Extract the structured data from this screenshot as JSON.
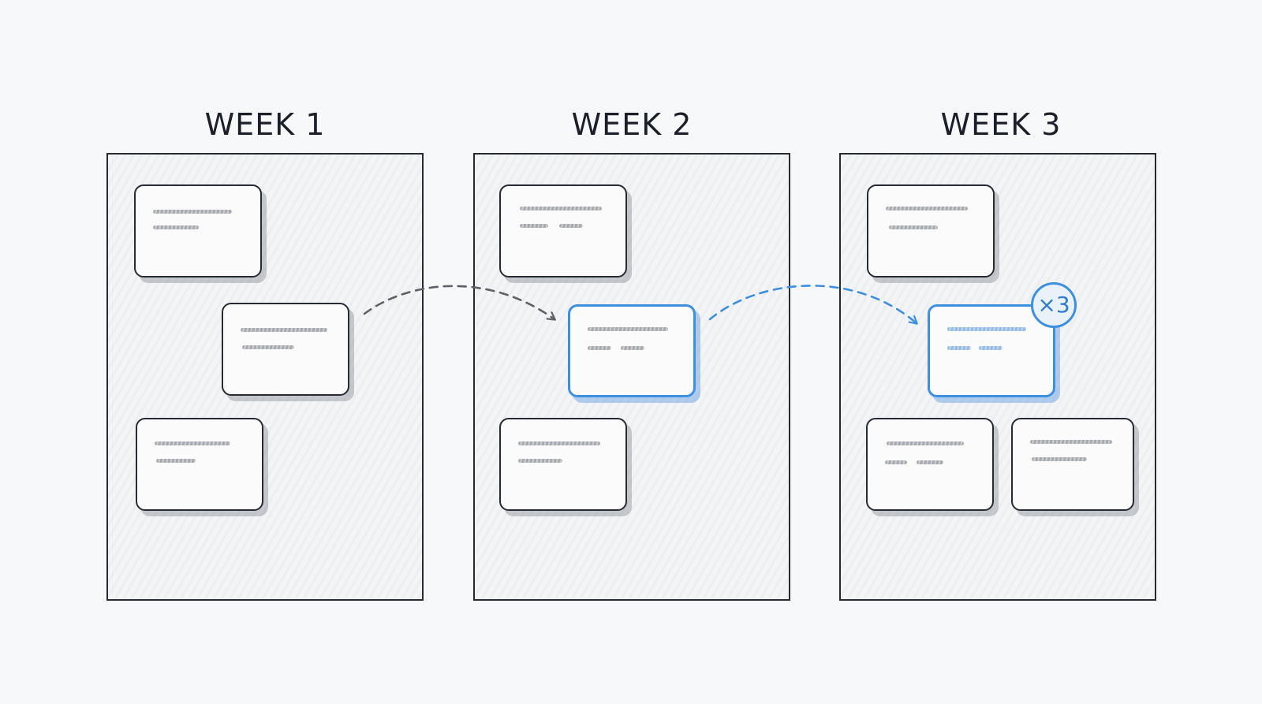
{
  "weeks": [
    {
      "title": "WEEK 1"
    },
    {
      "title": "WEEK 2"
    },
    {
      "title": "WEEK 3"
    }
  ],
  "badge": {
    "label": "×3"
  },
  "colors": {
    "ink": "#262a33",
    "highlight": "#3d8fe0",
    "arrow_gray": "#5e6168",
    "arrow_blue": "#3d8fe0",
    "background": "#f7f8fa"
  }
}
